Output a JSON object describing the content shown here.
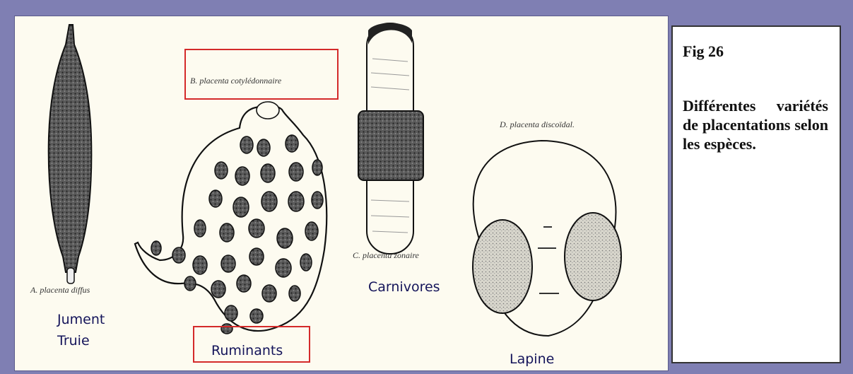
{
  "caption": {
    "fig_number": "Fig 26",
    "text": "Différentes variétés de placentations selon les espèces."
  },
  "labels": {
    "diffus": "A. placenta diffus",
    "cotyledonnaire": "B. placenta cotylédonnaire",
    "zonaire": "C. placenta zonaire",
    "discoidal": "D. placenta discoïdal."
  },
  "species": {
    "jument": "Jument",
    "truie": "Truie",
    "ruminants": "Ruminants",
    "carnivores": "Carnivores",
    "lapine": "Lapine"
  },
  "colors": {
    "background": "#7f7fb3",
    "highlight_box": "#d42a2a",
    "species_label": "#14145a"
  }
}
